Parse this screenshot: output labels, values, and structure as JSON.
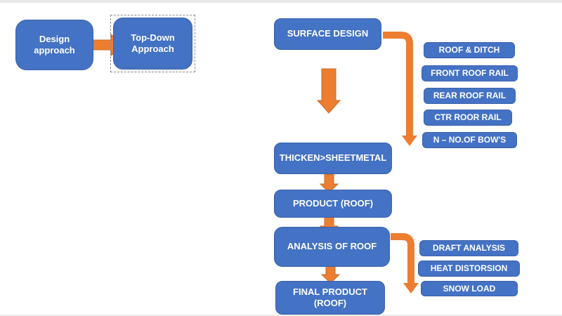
{
  "slide": {
    "background": "#ffffff",
    "canvas_edge_color": "#e7e7e7"
  },
  "colors": {
    "shape_blue": "#4472C4",
    "shape_border": "#3b62a8",
    "arrow_orange": "#ED7D31",
    "text_white": "#ffffff",
    "selection_dash": "#8a8a8a"
  },
  "left_group": {
    "design_approach": "Design approach",
    "top_down_approach": "Top-Down Approach"
  },
  "flow": {
    "surface_design": "SURFACE DESIGN",
    "thicken_sheetmetal": "THICKEN>SHEETMETAL",
    "product_roof": "PRODUCT (ROOF)",
    "analysis_of_roof": "ANALYSIS OF ROOF",
    "final_product_roof": "FINAL PRODUCT (ROOF)"
  },
  "surface_outputs": [
    "ROOF & DITCH",
    "FRONT ROOF RAIL",
    "REAR ROOF RAIL",
    "CTR ROOR RAIL",
    "N – NO.OF BOW'S"
  ],
  "analysis_outputs": [
    "DRAFT ANALYSIS",
    "HEAT DISTORSION",
    "SNOW LOAD"
  ]
}
